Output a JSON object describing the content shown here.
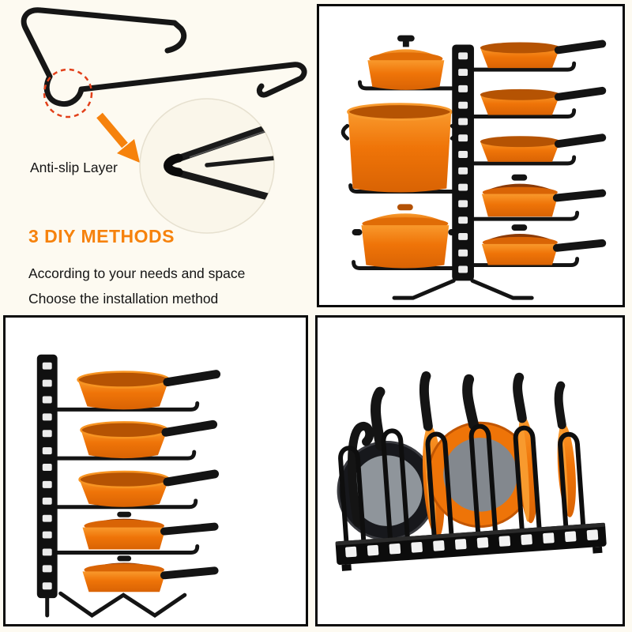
{
  "page": {
    "background": "#fdfaf1"
  },
  "annotations": {
    "anti_slip_label": "Anti-slip Layer",
    "diy_title": "3 DIY METHODS",
    "diy_line1": "According to your needs and space",
    "diy_line2": "Choose the installation method"
  },
  "colors": {
    "accent_orange": "#f6820c",
    "cookware_orange": "#ef7408",
    "wire_black": "#141414",
    "highlight_circle_red": "#e2401a",
    "panel_border": "#0a0a0a",
    "panel_background": "#ffffff"
  },
  "illustrations": {
    "top_left": "anti-slip-layer-detail",
    "top_right": "double-sided-pot-rack",
    "bottom_left": "vertical-pan-rack",
    "bottom_right": "horizontal-pan-rack"
  }
}
